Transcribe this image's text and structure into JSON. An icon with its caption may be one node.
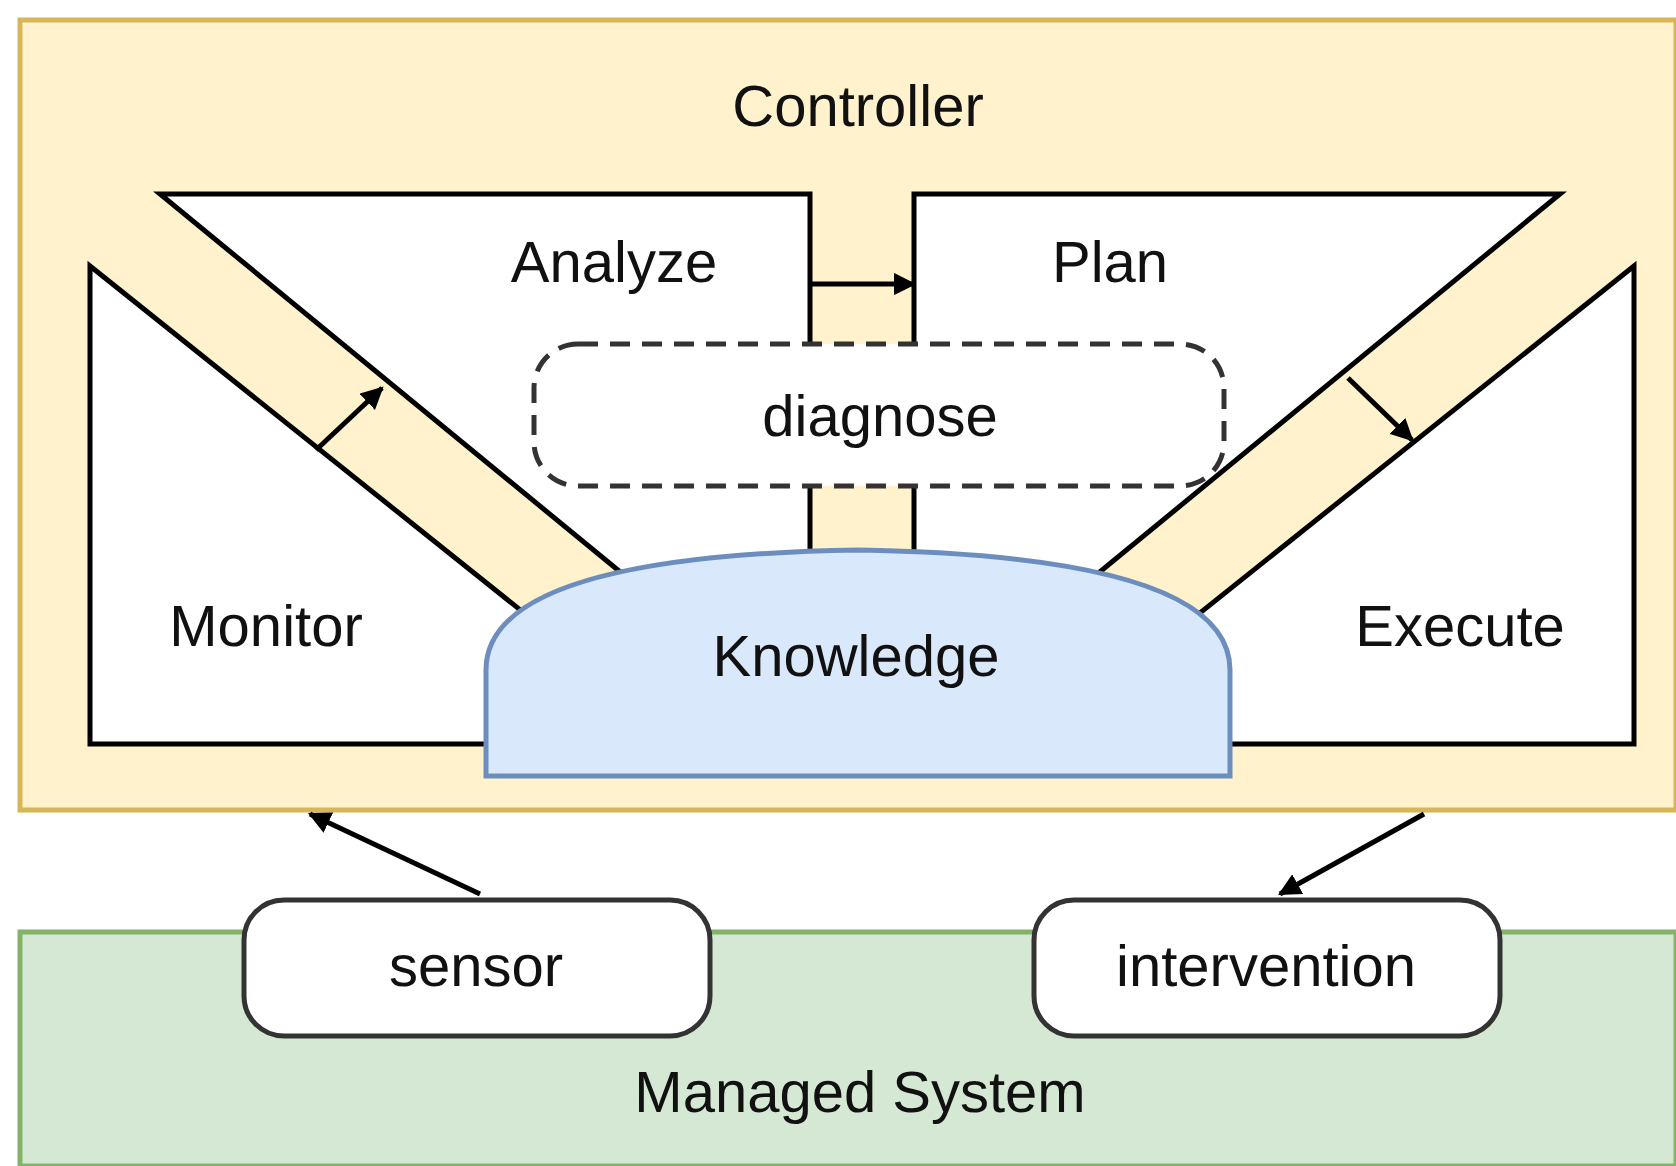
{
  "diagram": {
    "nodes": [
      {
        "text": [
          "Controller"
        ]
      },
      {
        "text": [
          "Analyze"
        ],
        "in": 0
      },
      {
        "text": [
          "Plan"
        ],
        "in": 0
      },
      {
        "text": [
          "diagnose"
        ],
        "in": 0
      },
      {
        "text": [
          "Monitor"
        ],
        "in": 0
      },
      {
        "text": [
          "Knowledge"
        ],
        "in": 0
      },
      {
        "text": [
          "Execute"
        ],
        "in": 0
      },
      {
        "text": [
          "Managed System"
        ]
      },
      {
        "text": [
          "sensor"
        ]
      },
      {
        "text": [
          "intervention"
        ]
      }
    ],
    "edges": [
      {
        "from": 4,
        "to": 1,
        "arrow": "to"
      },
      {
        "from": 1,
        "to": 2,
        "arrow": "to"
      },
      {
        "from": 2,
        "to": 6,
        "arrow": "to"
      },
      {
        "from": 8,
        "to": 0,
        "arrow": "to"
      },
      {
        "from": 0,
        "to": 9,
        "arrow": "to"
      }
    ]
  }
}
